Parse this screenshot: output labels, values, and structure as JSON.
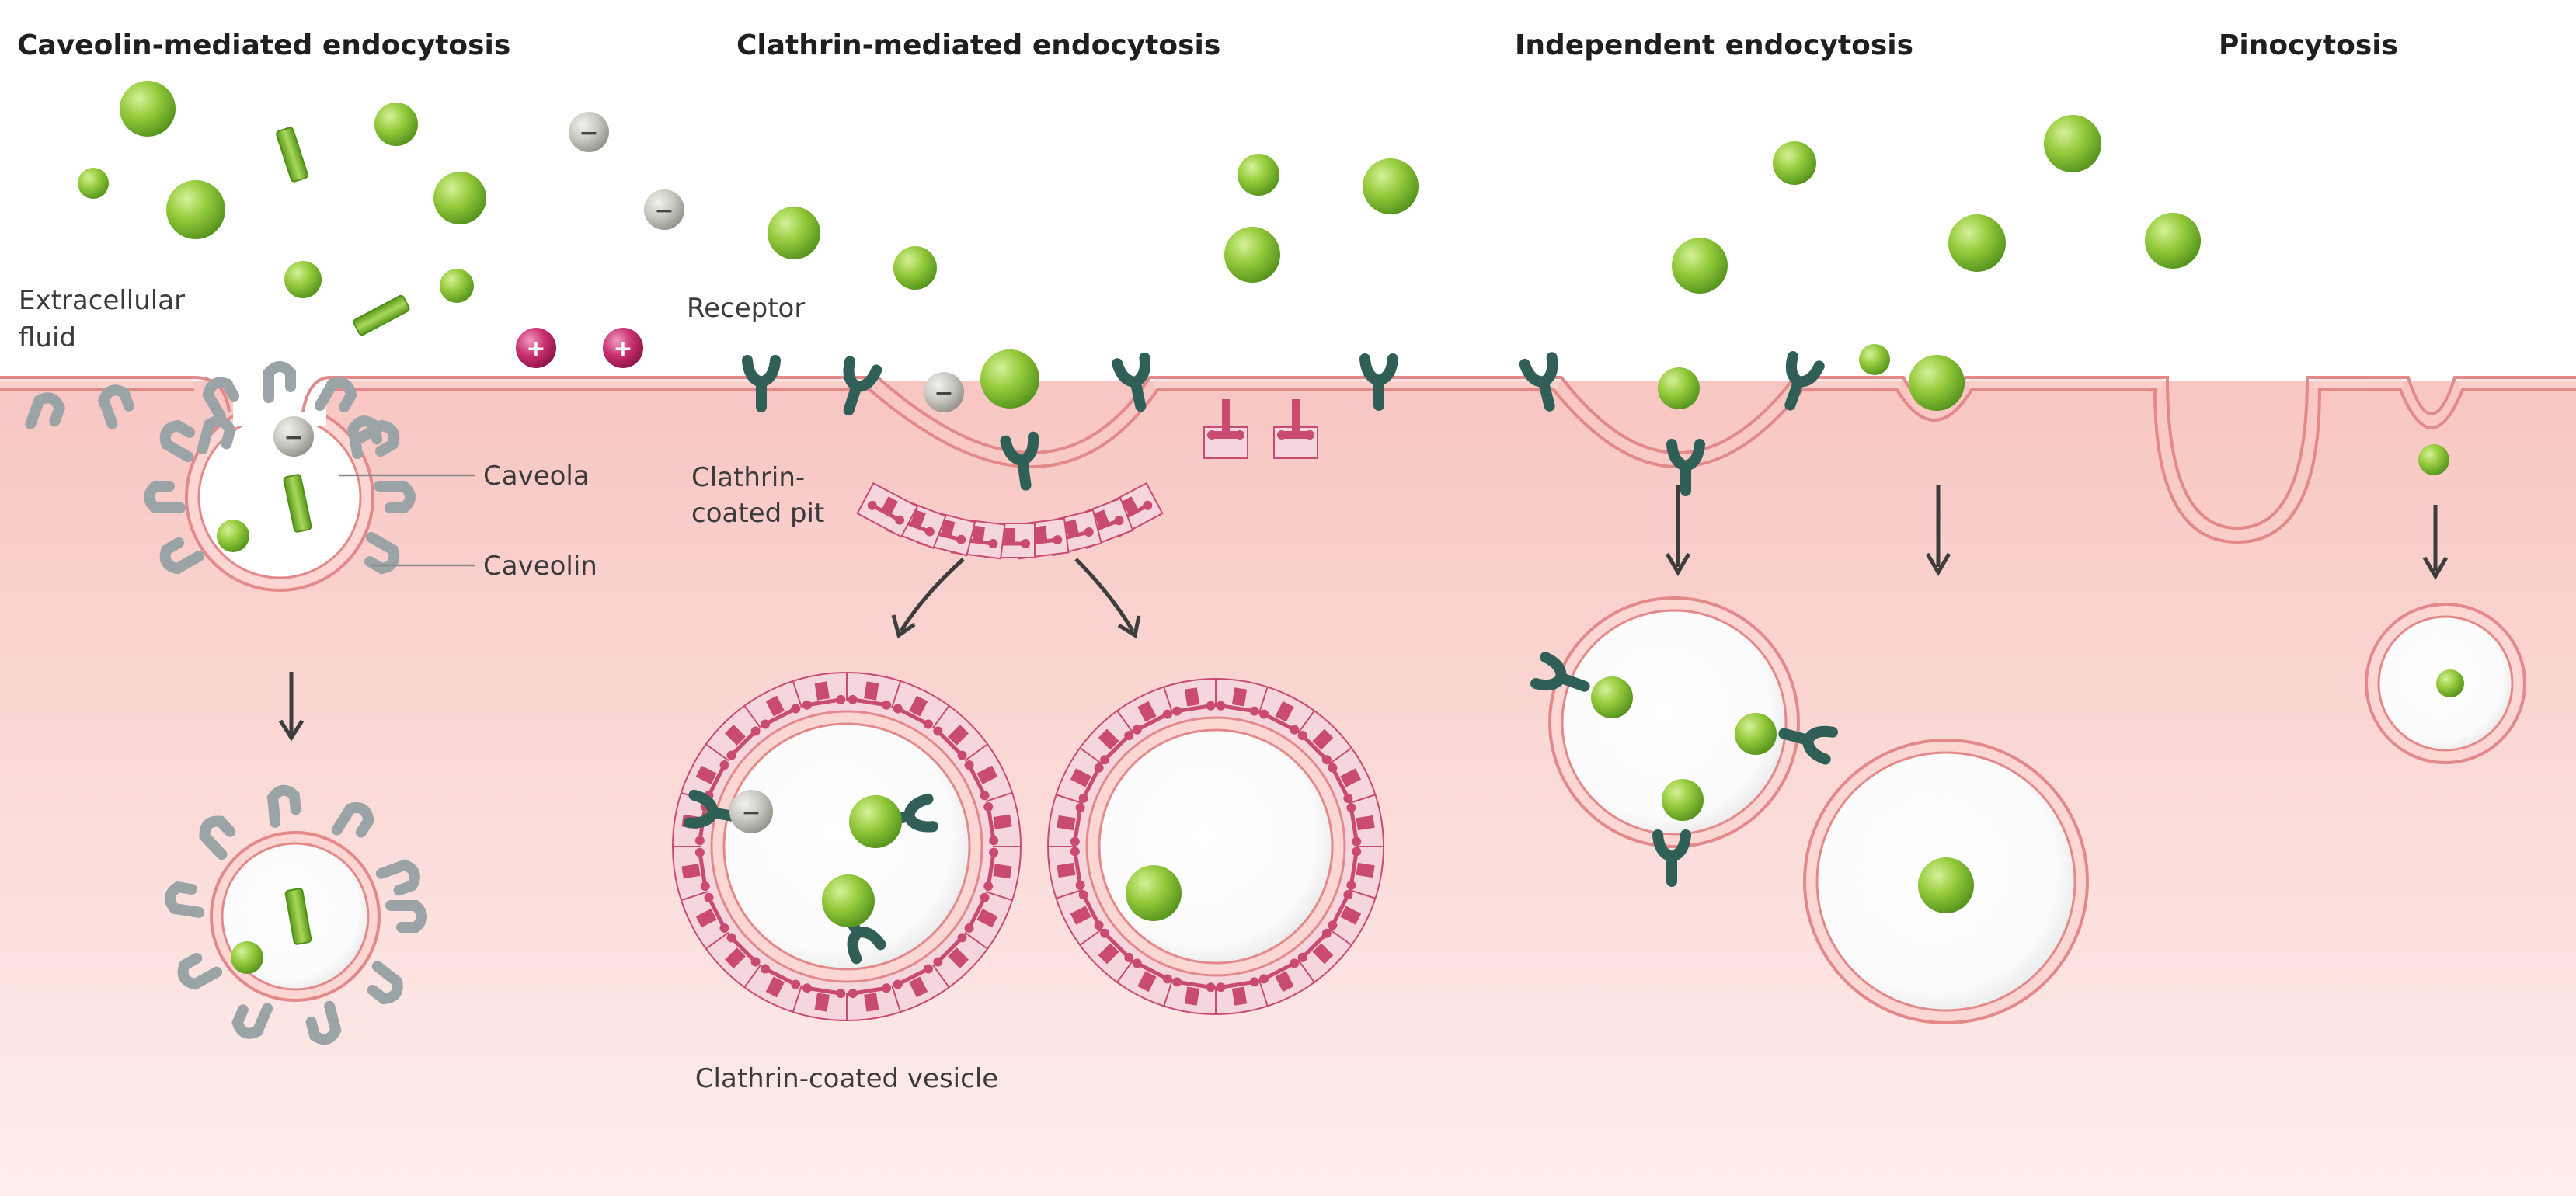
{
  "titles": {
    "caveolin": "Caveolin-mediated endocytosis",
    "clathrin": "Clathrin-mediated endocytosis",
    "independent": "Independent endocytosis",
    "pinocytosis": "Pinocytosis"
  },
  "labels": {
    "extracellular_line1": "Extracellular",
    "extracellular_line2": "fluid",
    "receptor": "Receptor",
    "caveola": "Caveola",
    "caveolin": "Caveolin",
    "coated_pit_line1": "Clathrin-",
    "coated_pit_line2": "coated pit",
    "coated_vesicle": "Clathrin-coated vesicle"
  },
  "signs": {
    "negative": "−",
    "positive": "+"
  },
  "colors": {
    "cytoplasm_top": "#f8c6c2",
    "cytoplasm_bottom": "#fde9e7",
    "membrane": "#e4898a",
    "membrane_fill": "#fbd6d2",
    "particle": "#8cc63f",
    "particle_dark": "#5a9a1e",
    "neutral_particle": "#c4c4bc",
    "positive_particle": "#c0306a",
    "receptor": "#2f5f57",
    "caveolin_protein": "#9aa4a6",
    "clathrin": "#c94b70",
    "clathrin_cage": "#f4c9d4",
    "vesicle_interior": "#ffffff"
  }
}
